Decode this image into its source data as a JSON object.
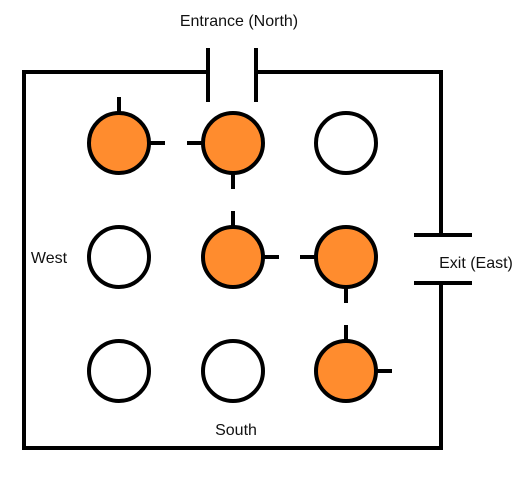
{
  "labels": {
    "north": "Entrance (North)",
    "east": "Exit (East)",
    "west": "West",
    "south": "South"
  },
  "colors": {
    "visited": "#ff8c2e",
    "unvisited": "#ffffff",
    "stroke": "#000000"
  },
  "grid": {
    "rows": 3,
    "cols": 3,
    "nodes": [
      {
        "row": 0,
        "col": 0,
        "visited": true,
        "stubs": [
          "N",
          "E"
        ]
      },
      {
        "row": 0,
        "col": 1,
        "visited": true,
        "stubs": [
          "W",
          "S"
        ]
      },
      {
        "row": 0,
        "col": 2,
        "visited": false,
        "stubs": []
      },
      {
        "row": 1,
        "col": 0,
        "visited": false,
        "stubs": []
      },
      {
        "row": 1,
        "col": 1,
        "visited": true,
        "stubs": [
          "N",
          "E"
        ]
      },
      {
        "row": 1,
        "col": 2,
        "visited": true,
        "stubs": [
          "W",
          "S"
        ]
      },
      {
        "row": 2,
        "col": 0,
        "visited": false,
        "stubs": []
      },
      {
        "row": 2,
        "col": 1,
        "visited": false,
        "stubs": []
      },
      {
        "row": 2,
        "col": 2,
        "visited": true,
        "stubs": [
          "N",
          "E"
        ]
      }
    ]
  }
}
